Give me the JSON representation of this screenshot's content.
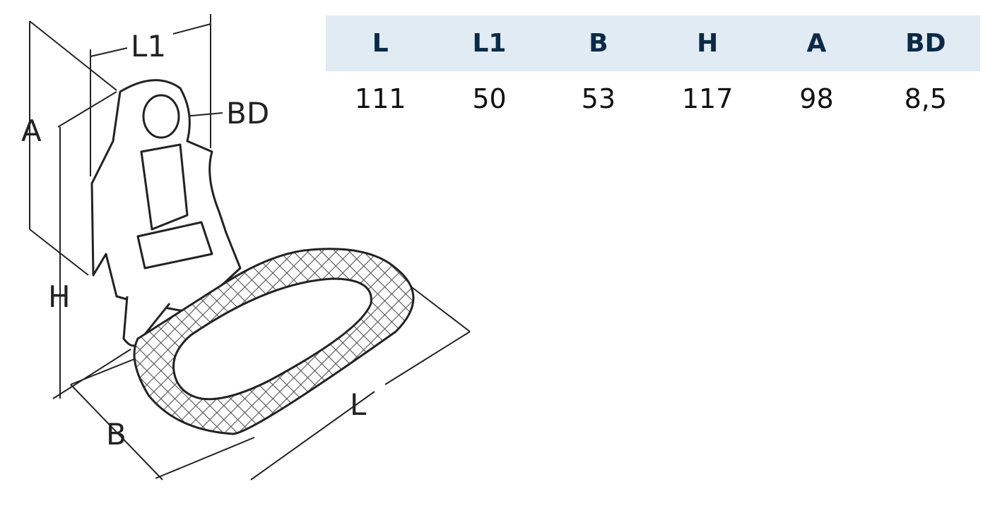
{
  "diagram": {
    "labels": {
      "L": "L",
      "L1": "L1",
      "B": "B",
      "H": "H",
      "A": "A",
      "BD": "BD"
    }
  },
  "table": {
    "headers": [
      "L",
      "L1",
      "B",
      "H",
      "A",
      "BD"
    ],
    "values": [
      "111",
      "50",
      "53",
      "117",
      "98",
      "8,5"
    ]
  }
}
